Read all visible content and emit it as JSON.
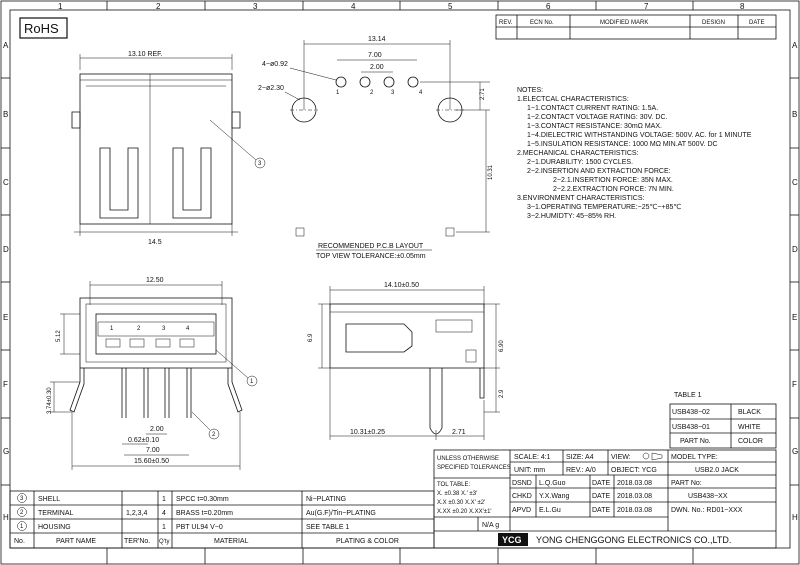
{
  "rohs": "RoHS",
  "grid": {
    "cols": [
      "1",
      "2",
      "3",
      "4",
      "5",
      "6",
      "7",
      "8"
    ],
    "rows": [
      "A",
      "B",
      "C",
      "D",
      "E",
      "F",
      "G",
      "H"
    ]
  },
  "revision": {
    "rev": "REV.",
    "ecn": "ECN No.",
    "mark": "MODIFIED MARK",
    "design": "DESIGN",
    "date": "DATE"
  },
  "top_view": {
    "width_ref": "13.10 REF.",
    "bottom_width": "14.5",
    "callout": "3"
  },
  "pcb": {
    "dim_total": "13.14",
    "dim_7": "7.00",
    "dim_2": "2.00",
    "holes_small": "4−ø0.92",
    "holes_big": "2−ø2.30",
    "dim_271": "2.71",
    "dim_1031": "10.31",
    "pins": [
      "1",
      "2",
      "3",
      "4"
    ],
    "title": "RECOMMENDED P.C.B LAYOUT",
    "tolerance": "TOP VIEW TOLERANCE:±0.05mm"
  },
  "notes": {
    "heading": "NOTES:",
    "lines": [
      "1.ELECTCAL CHARACTERISTICS:",
      "1−1.CONTACT CURRENT RATING:  1.5A.",
      "1−2.CONTACT VOLTAGE RATING: 30V. DC.",
      "1−3.CONTACT RESISTANCE: 30mΩ MAX.",
      "1−4.DIELECTRIC WITHSTANDING VOLTAGE: 500V. AC. for 1 MINUTE",
      "1−5.INSULATION RESISTANCE: 1000 MΩ MIN.AT 500V. DC",
      "2.MECHANICAL CHARACTERISTICS:",
      "2−1.DURABILITY:  1500 CYCLES.",
      "2−2.INSERTION  AND  EXTRACTION FORCE:",
      "2−2.1.INSERTION FORCE:     35N MAX.",
      "2−2.2.EXTRACTION FORCE:   7N MIN.",
      "3.ENVIRONMENT CHARACTERISTICS:",
      "3−1.OPERATING TEMPERATURE:−25℃~+85℃",
      "3−2.HUMIDTY: 45−85% RH."
    ]
  },
  "front_view": {
    "dim_1250": "12.50",
    "dim_512": "5.12",
    "dim_374": "3.74±0.30",
    "dim_2": "2.00",
    "dim_062": "0.62±0.10",
    "dim_7": "7.00",
    "dim_1560": "15.60±0.50",
    "pins": [
      "1",
      "2",
      "3",
      "4"
    ],
    "callout1": "1",
    "callout2": "2"
  },
  "side_view": {
    "dim_1410": "14.10±0.50",
    "dim_69": "6.9",
    "dim_690": "6.90",
    "dim_29": "2.9",
    "dim_1031": "10.31±0.25",
    "dim_271": "2.71"
  },
  "table1": {
    "title": "TABLE 1",
    "rows": [
      [
        "USB438−02",
        "BLACK"
      ],
      [
        "USB438−01",
        "WHITE"
      ],
      [
        "PART No.",
        "COLOR"
      ]
    ]
  },
  "title_block": {
    "unless": "UNLESS OTHERWISE",
    "specified": "SPECIFIED TOLERANCES",
    "tol_table": "TOL TABLE:",
    "tol": [
      "X.  ±0.38   X.′  ±3′",
      "X.X  ±0.30   X.X′ ±2′",
      "X.XX ±0.20   X.XX′±1′"
    ],
    "unit_label": "UNIT: mm",
    "scale": "SCALE: 4:1",
    "size": "SIZE: A4",
    "view": "VIEW:",
    "rev": "REV.: A/0",
    "object": "OBJECT: YCG",
    "model_type_label": "MODEL TYPE:",
    "model_type": "USB2.0 JACK",
    "dsnd": "DSND",
    "dsnd_name": "L.Q.Guo",
    "chkd": "CHKD",
    "chkd_name": "Y.X.Wang",
    "apvd": "APVD",
    "apvd_name": "E.L.Gu",
    "date_label": "DATE",
    "date": "2018.03.08",
    "part_no_label": "PART No:",
    "part_no": "USB438−XX",
    "dwn_no": "DWN. No.: RD01−XXX",
    "weight": "N/A  g",
    "company_logo": "YCG",
    "company": "YONG CHENGGONG ELECTRONICS CO.,LTD."
  },
  "bom": {
    "headers": [
      "No.",
      "PART NAME",
      "TER'No.",
      "Q'ty",
      "MATERIAL",
      "PLATING & COLOR"
    ],
    "rows": [
      [
        "3",
        "SHELL",
        "",
        "1",
        "SPCC t=0.30mm",
        "Ni−PLATING"
      ],
      [
        "2",
        "TERMINAL",
        "1,2,3,4",
        "4",
        "BRASS t=0.20mm",
        "Au(G.F)/Tin−PLATING"
      ],
      [
        "1",
        "HOUSING",
        "",
        "1",
        "PBT UL94 V−0",
        "SEE TABLE 1"
      ]
    ]
  }
}
